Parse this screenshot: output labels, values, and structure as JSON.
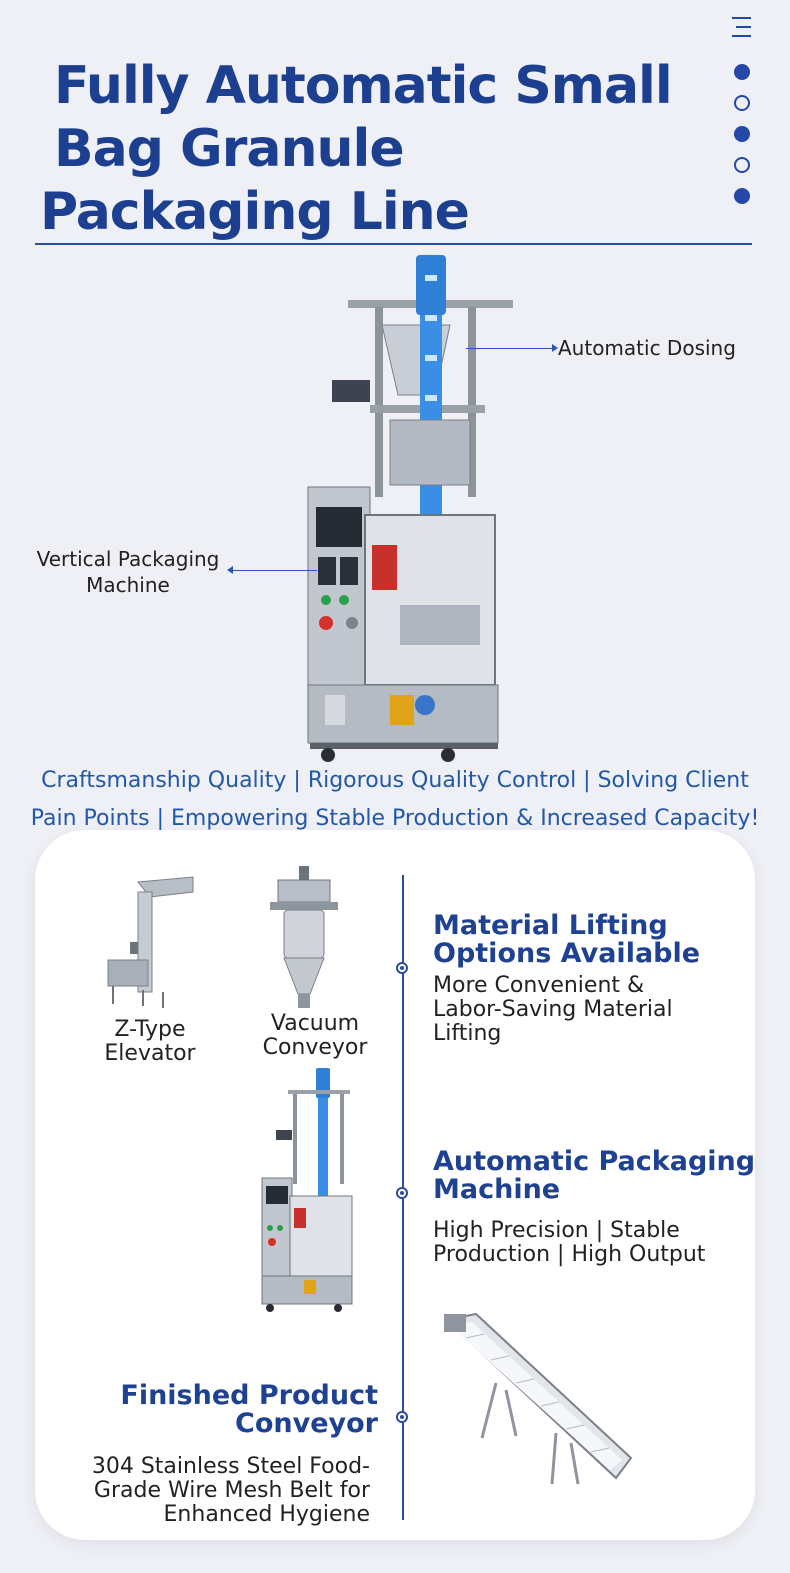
{
  "header": {
    "title_line1": "Fully Automatic Small",
    "title_line2": "Bag Granule",
    "title_line3": "Packaging Line"
  },
  "icons": {
    "menu": "menu-icon",
    "dots": [
      "filled",
      "hollow",
      "filled",
      "hollow",
      "filled"
    ]
  },
  "hero": {
    "callout_dosing": "Automatic Dosing",
    "callout_vertical_1": "Vertical Packaging",
    "callout_vertical_2": "Machine"
  },
  "tagline": {
    "line1": "Craftsmanship Quality | Rigorous Quality Control | Solving Client",
    "line2": "Pain Points | Empowering Stable Production & Increased Capacity!"
  },
  "lifting": {
    "title_1": "Material Lifting",
    "title_2": "Options Available",
    "desc_1": "More Convenient &",
    "desc_2": "Labor-Saving Material",
    "desc_3": "Lifting",
    "elevator_1": "Z-Type",
    "elevator_2": "Elevator",
    "vacuum_1": "Vacuum",
    "vacuum_2": "Conveyor"
  },
  "packaging": {
    "title_1": "Automatic Packaging",
    "title_2": "Machine",
    "desc_1": "High Precision | Stable",
    "desc_2": "Production | High Output"
  },
  "conveyor": {
    "title_1": "Finished Product",
    "title_2": "Conveyor",
    "desc_1": "304 Stainless Steel Food-",
    "desc_2": "Grade Wire Mesh Belt for",
    "desc_3": "Enhanced Hygiene"
  },
  "colors": {
    "brand": "#1d3f8f",
    "accent": "#2357a8",
    "background": "#eef0f6",
    "card": "#ffffff"
  }
}
